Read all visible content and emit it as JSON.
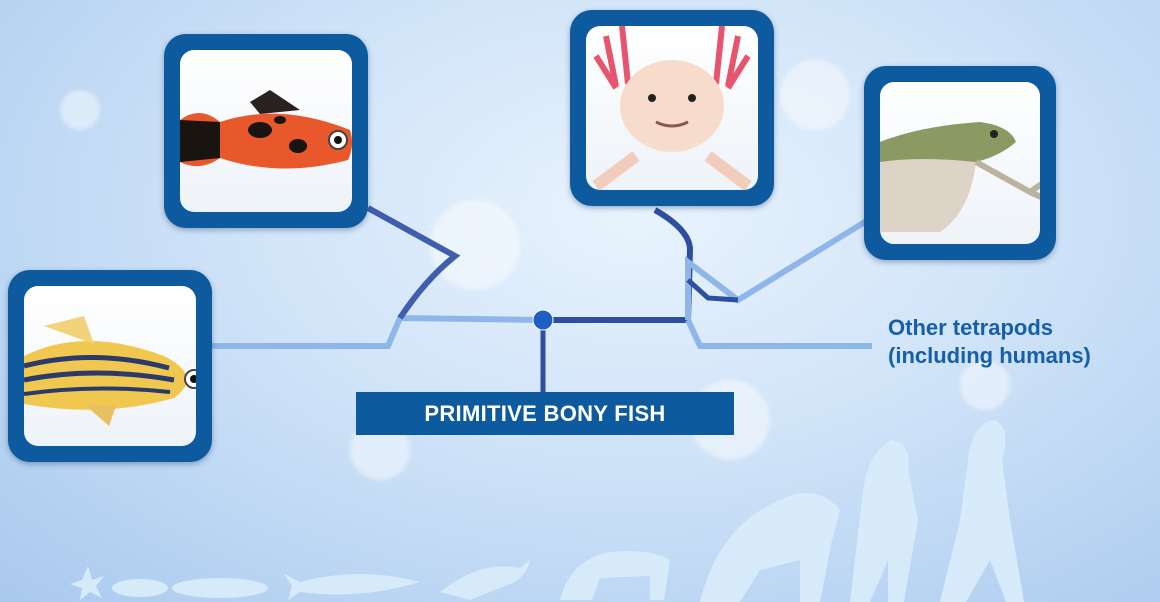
{
  "diagram": {
    "root_label": "PRIMITIVE BONY FISH",
    "tetrapods_label_line1": "Other tetrapods",
    "tetrapods_label_line2": "(including humans)"
  },
  "tiles": [
    {
      "subject": "zebrafish",
      "icon": "zebrafish-image"
    },
    {
      "subject": "platyfish",
      "icon": "platyfish-image"
    },
    {
      "subject": "axolotl",
      "icon": "axolotl-image"
    },
    {
      "subject": "frog",
      "icon": "frog-image"
    }
  ],
  "colors": {
    "frame_blue": "#0d5a9e",
    "line_dark": "#2e4f9e",
    "line_light": "#8fb6e8",
    "label_text": "#1560a8",
    "silhouette": "#d9ecfb"
  }
}
